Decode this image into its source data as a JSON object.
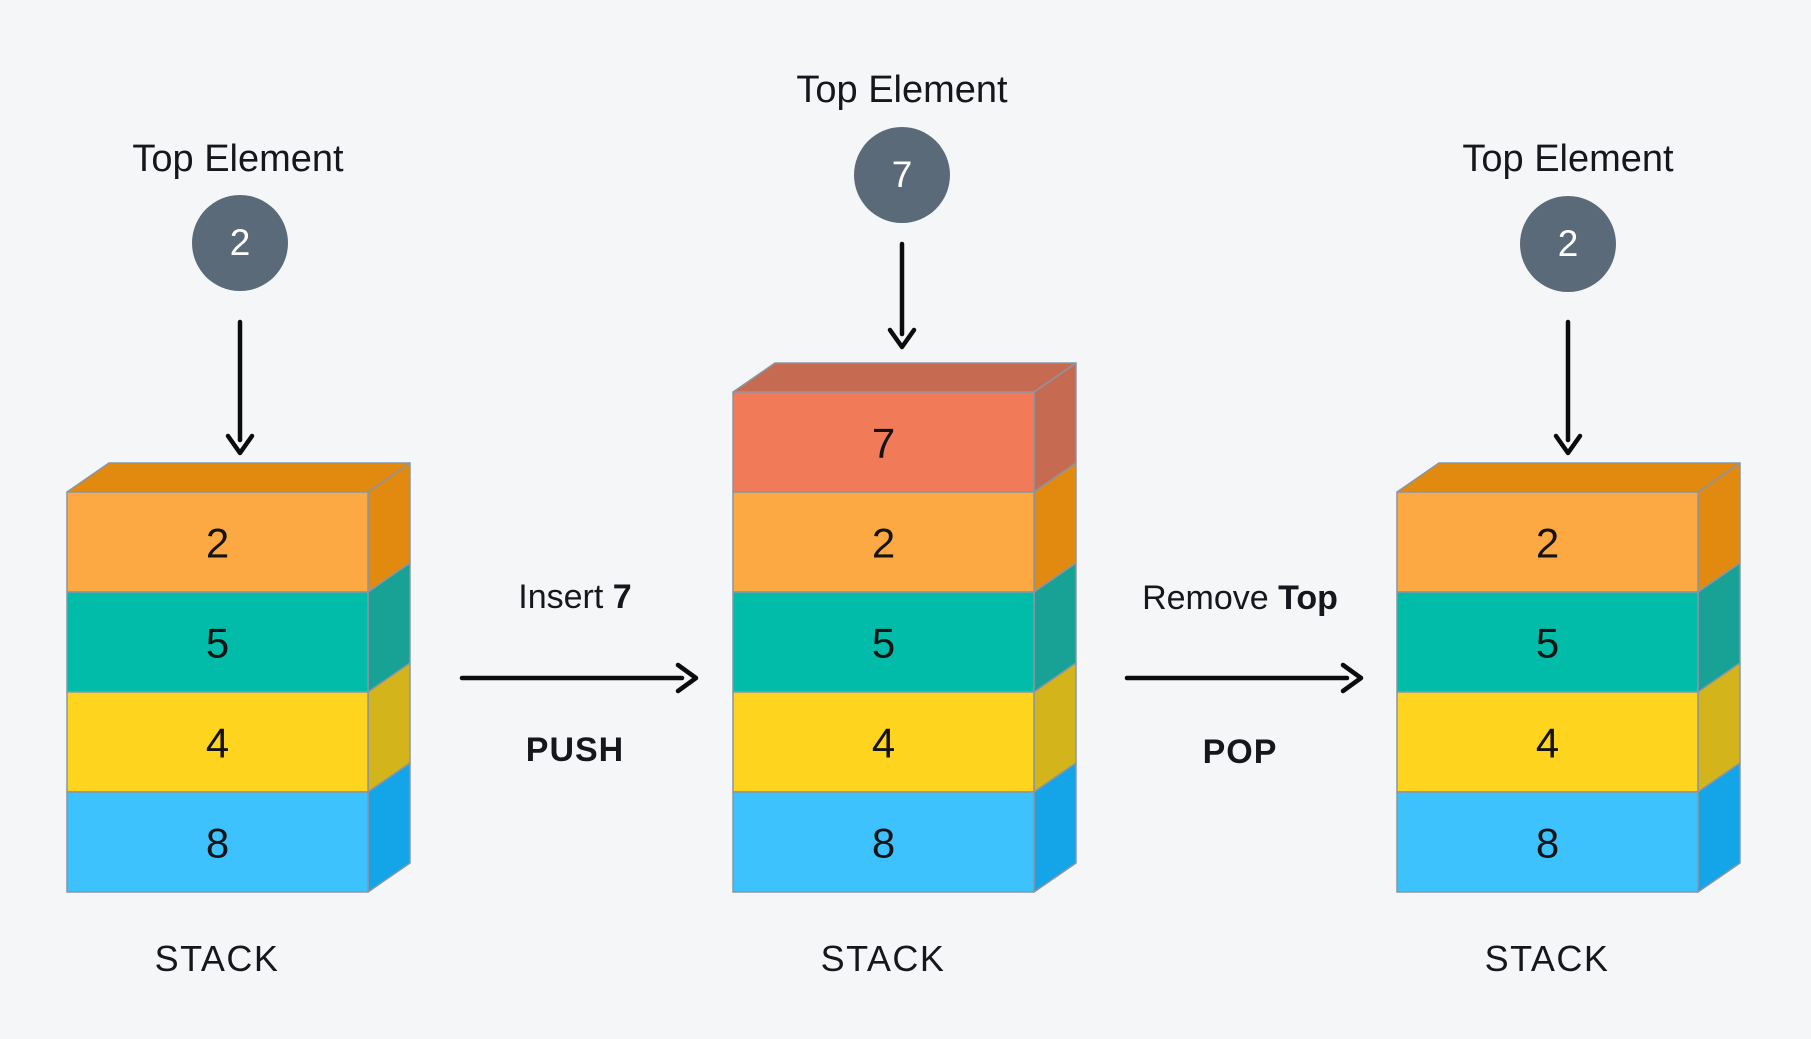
{
  "colors": {
    "background": "#f4f6f8",
    "text": "#15171c",
    "top_circle_fill": "#5b6a78",
    "top_circle_text": "#ffffff",
    "block_outline": "#8a95a3",
    "arrow": "#0c0c0c"
  },
  "stacks": [
    {
      "name": "stack-initial",
      "top_label": "Top Element",
      "top_element": "2",
      "caption": "STACK",
      "blocks": [
        {
          "value": "2",
          "front": "#fda943",
          "side": "#e2890f"
        },
        {
          "value": "5",
          "front": "#00bca9",
          "side": "#17a295"
        },
        {
          "value": "4",
          "front": "#ffd41e",
          "side": "#d3b51b"
        },
        {
          "value": "8",
          "front": "#3ec2fe",
          "side": "#14a5e8"
        }
      ]
    },
    {
      "name": "stack-after-push",
      "top_label": "Top Element",
      "top_element": "7",
      "caption": "STACK",
      "blocks": [
        {
          "value": "7",
          "front": "#f17a58",
          "side": "#c66b52"
        },
        {
          "value": "2",
          "front": "#fda943",
          "side": "#e2890f"
        },
        {
          "value": "5",
          "front": "#00bca9",
          "side": "#17a295"
        },
        {
          "value": "4",
          "front": "#ffd41e",
          "side": "#d3b51b"
        },
        {
          "value": "8",
          "front": "#3ec2fe",
          "side": "#14a5e8"
        }
      ]
    },
    {
      "name": "stack-after-pop",
      "top_label": "Top Element",
      "top_element": "2",
      "caption": "STACK",
      "blocks": [
        {
          "value": "2",
          "front": "#fda943",
          "side": "#e2890f"
        },
        {
          "value": "5",
          "front": "#00bca9",
          "side": "#17a295"
        },
        {
          "value": "4",
          "front": "#ffd41e",
          "side": "#d3b51b"
        },
        {
          "value": "8",
          "front": "#3ec2fe",
          "side": "#14a5e8"
        }
      ]
    }
  ],
  "operations": [
    {
      "name": "push",
      "desc_prefix": "Insert ",
      "desc_value": "7",
      "label": "PUSH"
    },
    {
      "name": "pop",
      "desc_prefix": "Remove ",
      "desc_value": "Top",
      "label": "POP"
    }
  ]
}
